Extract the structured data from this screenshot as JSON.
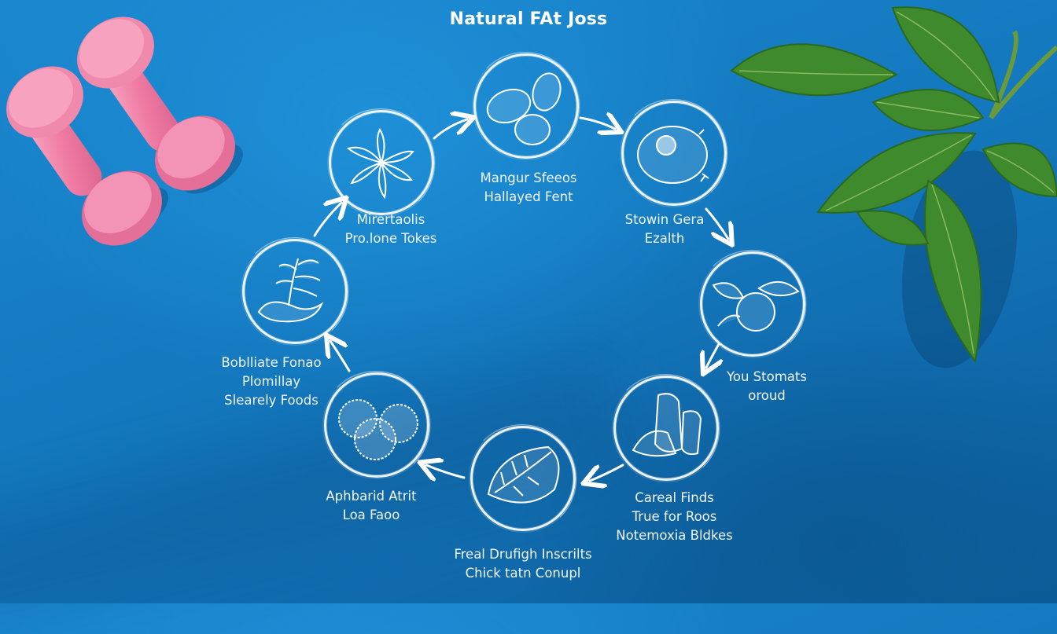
{
  "title": "Natural FAt Joss",
  "colors": {
    "background": "#1479bf",
    "chalk": "#ffffff",
    "dumbbell": "#f07fa6",
    "leaf": "#3f8a2a"
  },
  "decorations": {
    "top_left": "pink-dumbbells",
    "top_right": "green-leaves"
  },
  "cycle": {
    "nodes": [
      {
        "id": "star-anise",
        "icon": "star-anise-icon",
        "label_lines": [
          "Mirertaolis",
          "Pro.lone Tokes"
        ]
      },
      {
        "id": "seeds",
        "icon": "seeds-icon",
        "label_lines": [
          "Mangur Sfeeos",
          "Hallayed Fent"
        ]
      },
      {
        "id": "fruit-half",
        "icon": "halved-fruit-icon",
        "label_lines": [
          "Stowin Gera",
          "Ezalth"
        ]
      },
      {
        "id": "fruit-leaves",
        "icon": "fruit-with-leaves-icon",
        "label_lines": [
          "You Stomats",
          "oroud"
        ]
      },
      {
        "id": "vegetables",
        "icon": "vegetables-icon",
        "label_lines": [
          "Careal Finds",
          "True for Roos",
          "Notemoxia Bldkes"
        ]
      },
      {
        "id": "leaf-bean",
        "icon": "leaf-bean-icon",
        "label_lines": [
          "Freal Drufigh Inscrilts",
          "Chick tatn Conupl"
        ]
      },
      {
        "id": "citrus-slices",
        "icon": "citrus-slices-icon",
        "label_lines": [
          "Aphbarid Atrit",
          "Loa Faoo"
        ]
      },
      {
        "id": "herb-root",
        "icon": "herb-root-icon",
        "label_lines": [
          "Boblliate Fonao",
          "Plomillay",
          "Slearely Foods"
        ]
      }
    ]
  }
}
